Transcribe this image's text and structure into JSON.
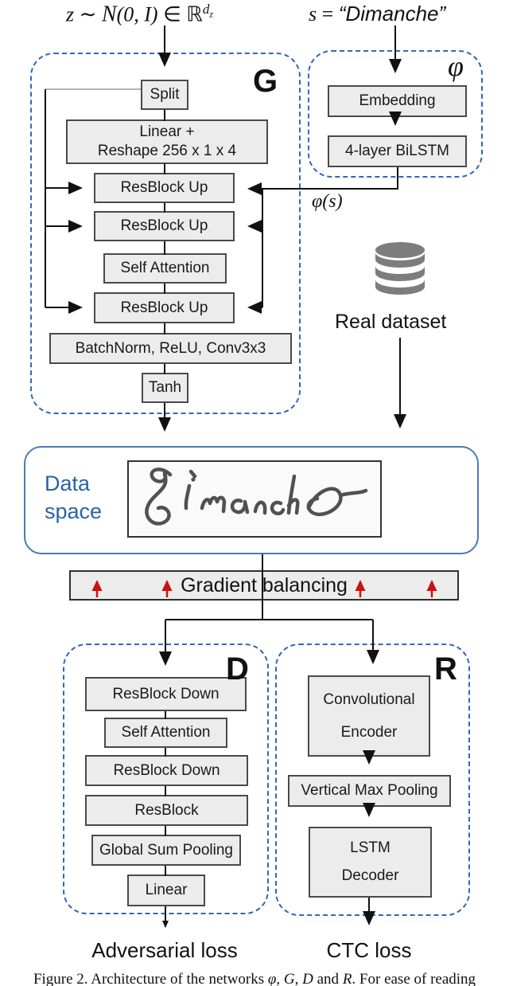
{
  "formulas": {
    "z": {
      "var": "z",
      "relation": "∼",
      "dist": "N",
      "args": "(0, I)",
      "in_set": "∈ ℝ",
      "sup_base": "d",
      "sup_sub": "z"
    },
    "s": {
      "var": "s",
      "eq": "=",
      "value": "“Dimanche”"
    }
  },
  "generator": {
    "label": "G",
    "split": "Split",
    "linear_line1": "Linear +",
    "linear_line2": "Reshape 256 x 1 x 4",
    "resblock_up_1": "ResBlock Up",
    "resblock_up_2": "ResBlock Up",
    "self_attention": "Self Attention",
    "resblock_up_3": "ResBlock Up",
    "batchnorm": "BatchNorm, ReLU, Conv3x3",
    "tanh": "Tanh"
  },
  "phi": {
    "label": "φ",
    "embedding": "Embedding",
    "bilstm": "4-layer BiLSTM",
    "output_label": "φ(s)"
  },
  "dataset": {
    "label": "Real dataset"
  },
  "data_space": {
    "label_line1": "Data",
    "label_line2": "space",
    "handwriting_text": "Dimanche"
  },
  "gradient_bar": {
    "label": "Gradient balancing"
  },
  "discriminator": {
    "label": "D",
    "blocks": [
      "ResBlock Down",
      "Self Attention",
      "ResBlock Down",
      "ResBlock",
      "Global Sum Pooling",
      "Linear"
    ],
    "loss": "Adversarial loss"
  },
  "recognizer": {
    "label": "R",
    "conv_line1": "Convolutional",
    "conv_line2": "Encoder",
    "vmp": "Vertical Max Pooling",
    "lstm_line1": "LSTM",
    "lstm_line2": "Decoder",
    "loss": "CTC loss"
  },
  "caption": {
    "parts": [
      "Figure 2. Architecture of the networks ",
      "φ",
      ", ",
      "G",
      ", ",
      "D",
      " and ",
      "R",
      ". For ease of reading"
    ]
  },
  "colors": {
    "dashed_border_blue": "#3366bb",
    "data_space_border_blue": "#4a7ab5",
    "data_space_text_blue": "#2a63a5",
    "node_fill": "#ececec",
    "node_border": "#4a4a4a",
    "red_arrow": "#cc1111",
    "database_icon_gray": "#7d7d7d"
  }
}
